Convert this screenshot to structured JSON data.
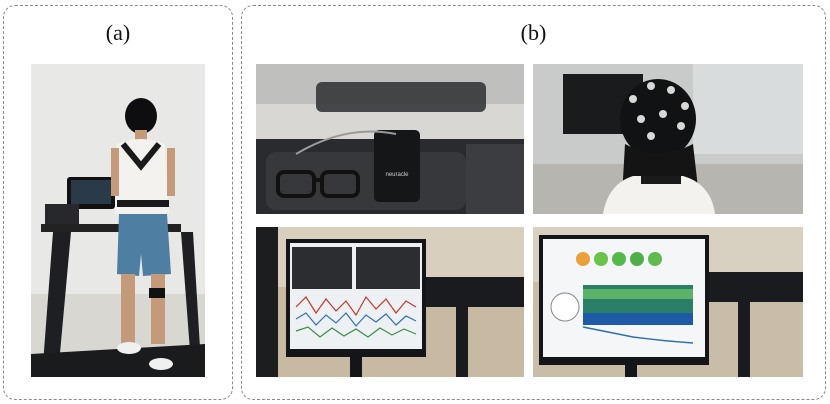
{
  "figure": {
    "panels": [
      {
        "id": "a",
        "label": "(a)",
        "photos": [
          "treadmill-walker-with-eeg-cap"
        ]
      },
      {
        "id": "b",
        "label": "(b)",
        "photos": [
          "eeg-amplifier-and-glasses-in-case",
          "eeg-cap-rear-view",
          "eeg-signal-monitor",
          "eeg-topography-monitor"
        ]
      }
    ]
  },
  "photo_text": {
    "device_brand": "neuracle"
  },
  "colors": {
    "frame": "#8a8a8a",
    "wall": "#e6e7e5",
    "treadmill": "#1d1f22",
    "case": "#2c2e31",
    "screen_bg": "#eef1f4",
    "monitor": "#141518"
  }
}
